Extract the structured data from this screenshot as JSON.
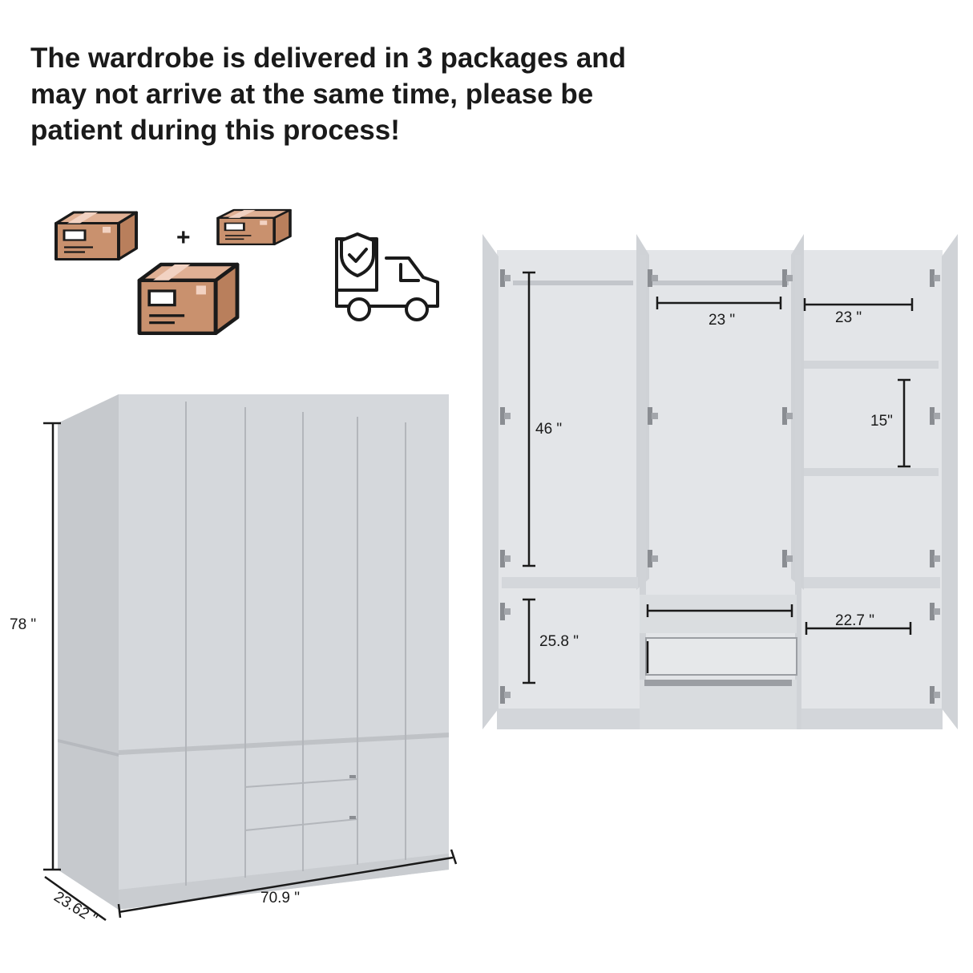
{
  "notice": {
    "line1": "The wardrobe is delivered in 3 packages and",
    "line2": "may not arrive at the same time, please be",
    "line3": "patient during this process!"
  },
  "packages": {
    "plus_sign": "+",
    "box_icon": "cardboard-box-icon",
    "truck_icon": "delivery-truck-shield-icon",
    "box_color": "#c9916e",
    "outline_color": "#1a1a1a"
  },
  "closed_view": {
    "height_label": "78 \"",
    "width_label": "70.9 \"",
    "depth_label": "23.62 \"",
    "panel_color": "#d5d8dc"
  },
  "open_view": {
    "rod_width_center": "23 \"",
    "shelf_width_right": "23 \"",
    "hanging_height": "46 \"",
    "shelf_gap": "15\"",
    "lower_height": "25.8 \"",
    "lower_width": "22.7 \"",
    "interior_color": "#e3e5e8"
  }
}
